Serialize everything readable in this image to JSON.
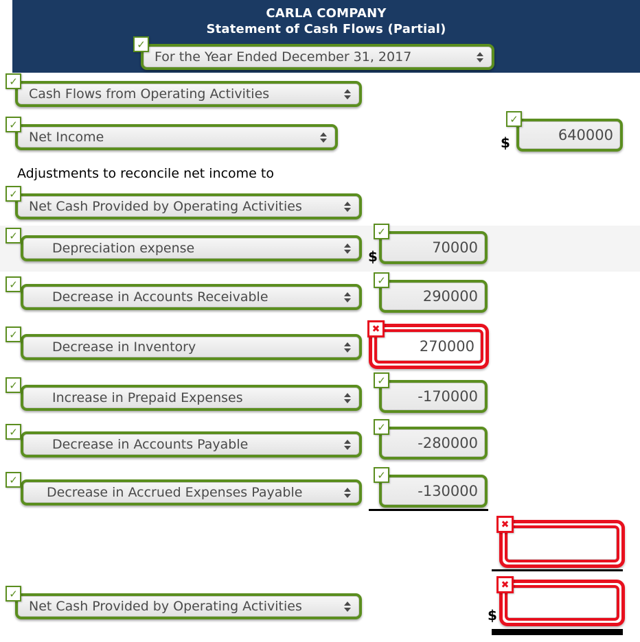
{
  "title": {
    "company": "CARLA COMPANY",
    "statement": "Statement of Cash Flows (Partial)"
  },
  "period": {
    "value": "For the Year Ended December 31, 2017"
  },
  "note": "Adjustments to reconcile net income to",
  "currency_symbol": "$",
  "rows": {
    "operating_header": {
      "label": "Cash Flows from Operating Activities"
    },
    "net_income": {
      "label": "Net Income",
      "amount": "640000"
    },
    "reconcile_target": {
      "label": "Net Cash Provided by Operating Activities"
    },
    "depreciation": {
      "label": "Depreciation expense",
      "amount": "70000"
    },
    "accounts_receivable": {
      "label": "Decrease in Accounts Receivable",
      "amount": "290000"
    },
    "inventory": {
      "label": "Decrease in Inventory",
      "amount": "270000"
    },
    "prepaid_expenses": {
      "label": "Increase in Prepaid Expenses",
      "amount": "-170000"
    },
    "accounts_payable": {
      "label": "Decrease in Accounts Payable",
      "amount": "-280000"
    },
    "accrued_expenses": {
      "label": "Decrease in Accrued Expenses Payable",
      "amount": "-130000"
    },
    "adjustments_total": {
      "amount": ""
    },
    "net_cash_total": {
      "label": "Net Cash Provided by Operating Activities",
      "amount": ""
    }
  },
  "validation": {
    "correct_mark": "✓",
    "incorrect_mark": "✖"
  },
  "colors": {
    "header_bg": "#1b3a63",
    "correct_green": "#5b8e1f",
    "incorrect_red": "#e8101e"
  }
}
